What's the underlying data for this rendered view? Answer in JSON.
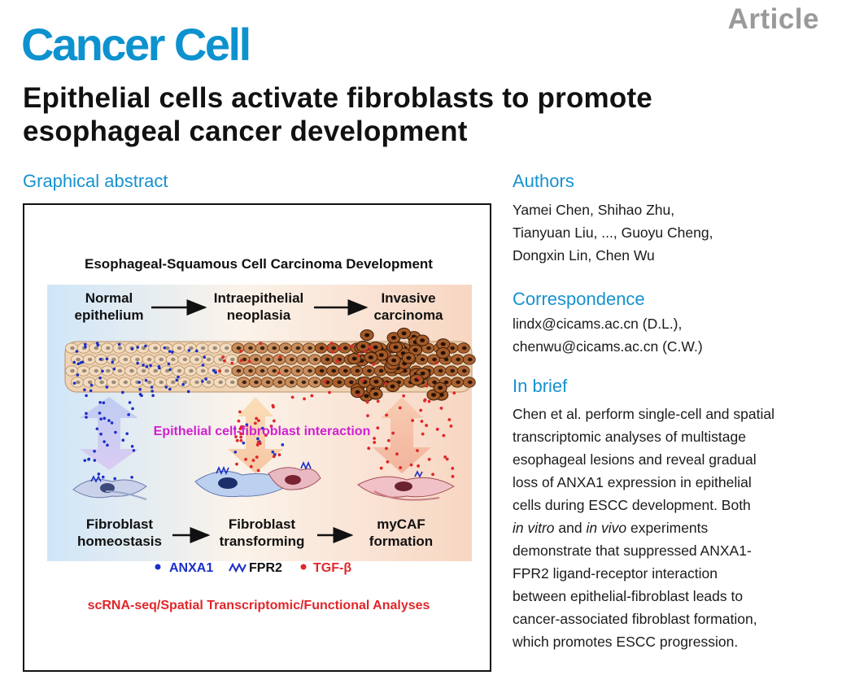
{
  "header": {
    "journal": "Cancer Cell",
    "article_type": "Article"
  },
  "title": {
    "line1": "Epithelial cells activate fibroblasts to promote",
    "line2": "esophageal cancer development"
  },
  "graphical_abstract": {
    "heading": "Graphical abstract",
    "figure_title": "Esophageal-Squamous Cell Carcinoma Development",
    "stages_top": [
      {
        "line1": "Normal",
        "line2": "epithelium"
      },
      {
        "line1": "Intraepithelial",
        "line2": "neoplasia"
      },
      {
        "line1": "Invasive",
        "line2": "carcinoma"
      }
    ],
    "interaction_label": "Epithelial cell-fibroblast interaction",
    "stages_bottom": [
      {
        "line1": "Fibroblast",
        "line2": "homeostasis"
      },
      {
        "line1": "Fibroblast",
        "line2": "transforming"
      },
      {
        "line1": "myCAF",
        "line2": "formation"
      }
    ],
    "legend": [
      {
        "symbol": "●",
        "label": "ANXA1",
        "color": "#1c2fc8"
      },
      {
        "symbol": "FPR2",
        "label": "FPR2",
        "color": "#222222"
      },
      {
        "symbol": "●",
        "label": "TGF-β",
        "color": "#e0262a"
      }
    ],
    "methods": "scRNA-seq/Spatial Transcriptomic/Functional Analyses",
    "colors": {
      "anxa1": "#1c2fc8",
      "tgfb": "#e0262a",
      "interaction": "#d11fd1",
      "methods": "#e0262a",
      "accent": "#0d92cf"
    }
  },
  "authors": {
    "heading": "Authors",
    "lines": [
      "Yamei Chen, Shihao Zhu,",
      "Tianyuan Liu, ..., Guoyu Cheng,",
      "Dongxin Lin, Chen Wu"
    ]
  },
  "correspondence": {
    "heading": "Correspondence",
    "lines": [
      "lindx@cicams.ac.cn (D.L.),",
      "chenwu@cicams.ac.cn (C.W.)"
    ]
  },
  "in_brief": {
    "heading": "In brief",
    "lines": [
      {
        "parts": [
          {
            "t": "Chen et al. perform single-cell and spatial",
            "i": false
          }
        ]
      },
      {
        "parts": [
          {
            "t": "transcriptomic analyses of multistage",
            "i": false
          }
        ]
      },
      {
        "parts": [
          {
            "t": "esophageal lesions and reveal gradual",
            "i": false
          }
        ]
      },
      {
        "parts": [
          {
            "t": "loss of ANXA1 expression in epithelial",
            "i": false
          }
        ]
      },
      {
        "parts": [
          {
            "t": "cells during ESCC development. Both",
            "i": false
          }
        ]
      },
      {
        "parts": [
          {
            "t": "in vitro",
            "i": true
          },
          {
            "t": " and ",
            "i": false
          },
          {
            "t": "in vivo",
            "i": true
          },
          {
            "t": " experiments",
            "i": false
          }
        ]
      },
      {
        "parts": [
          {
            "t": "demonstrate that suppressed ANXA1-",
            "i": false
          }
        ]
      },
      {
        "parts": [
          {
            "t": "FPR2 ligand-receptor interaction",
            "i": false
          }
        ]
      },
      {
        "parts": [
          {
            "t": "between epithelial-fibroblast leads to",
            "i": false
          }
        ]
      },
      {
        "parts": [
          {
            "t": "cancer-associated fibroblast formation,",
            "i": false
          }
        ]
      },
      {
        "parts": [
          {
            "t": "which promotes ESCC progression.",
            "i": false
          }
        ]
      }
    ]
  }
}
